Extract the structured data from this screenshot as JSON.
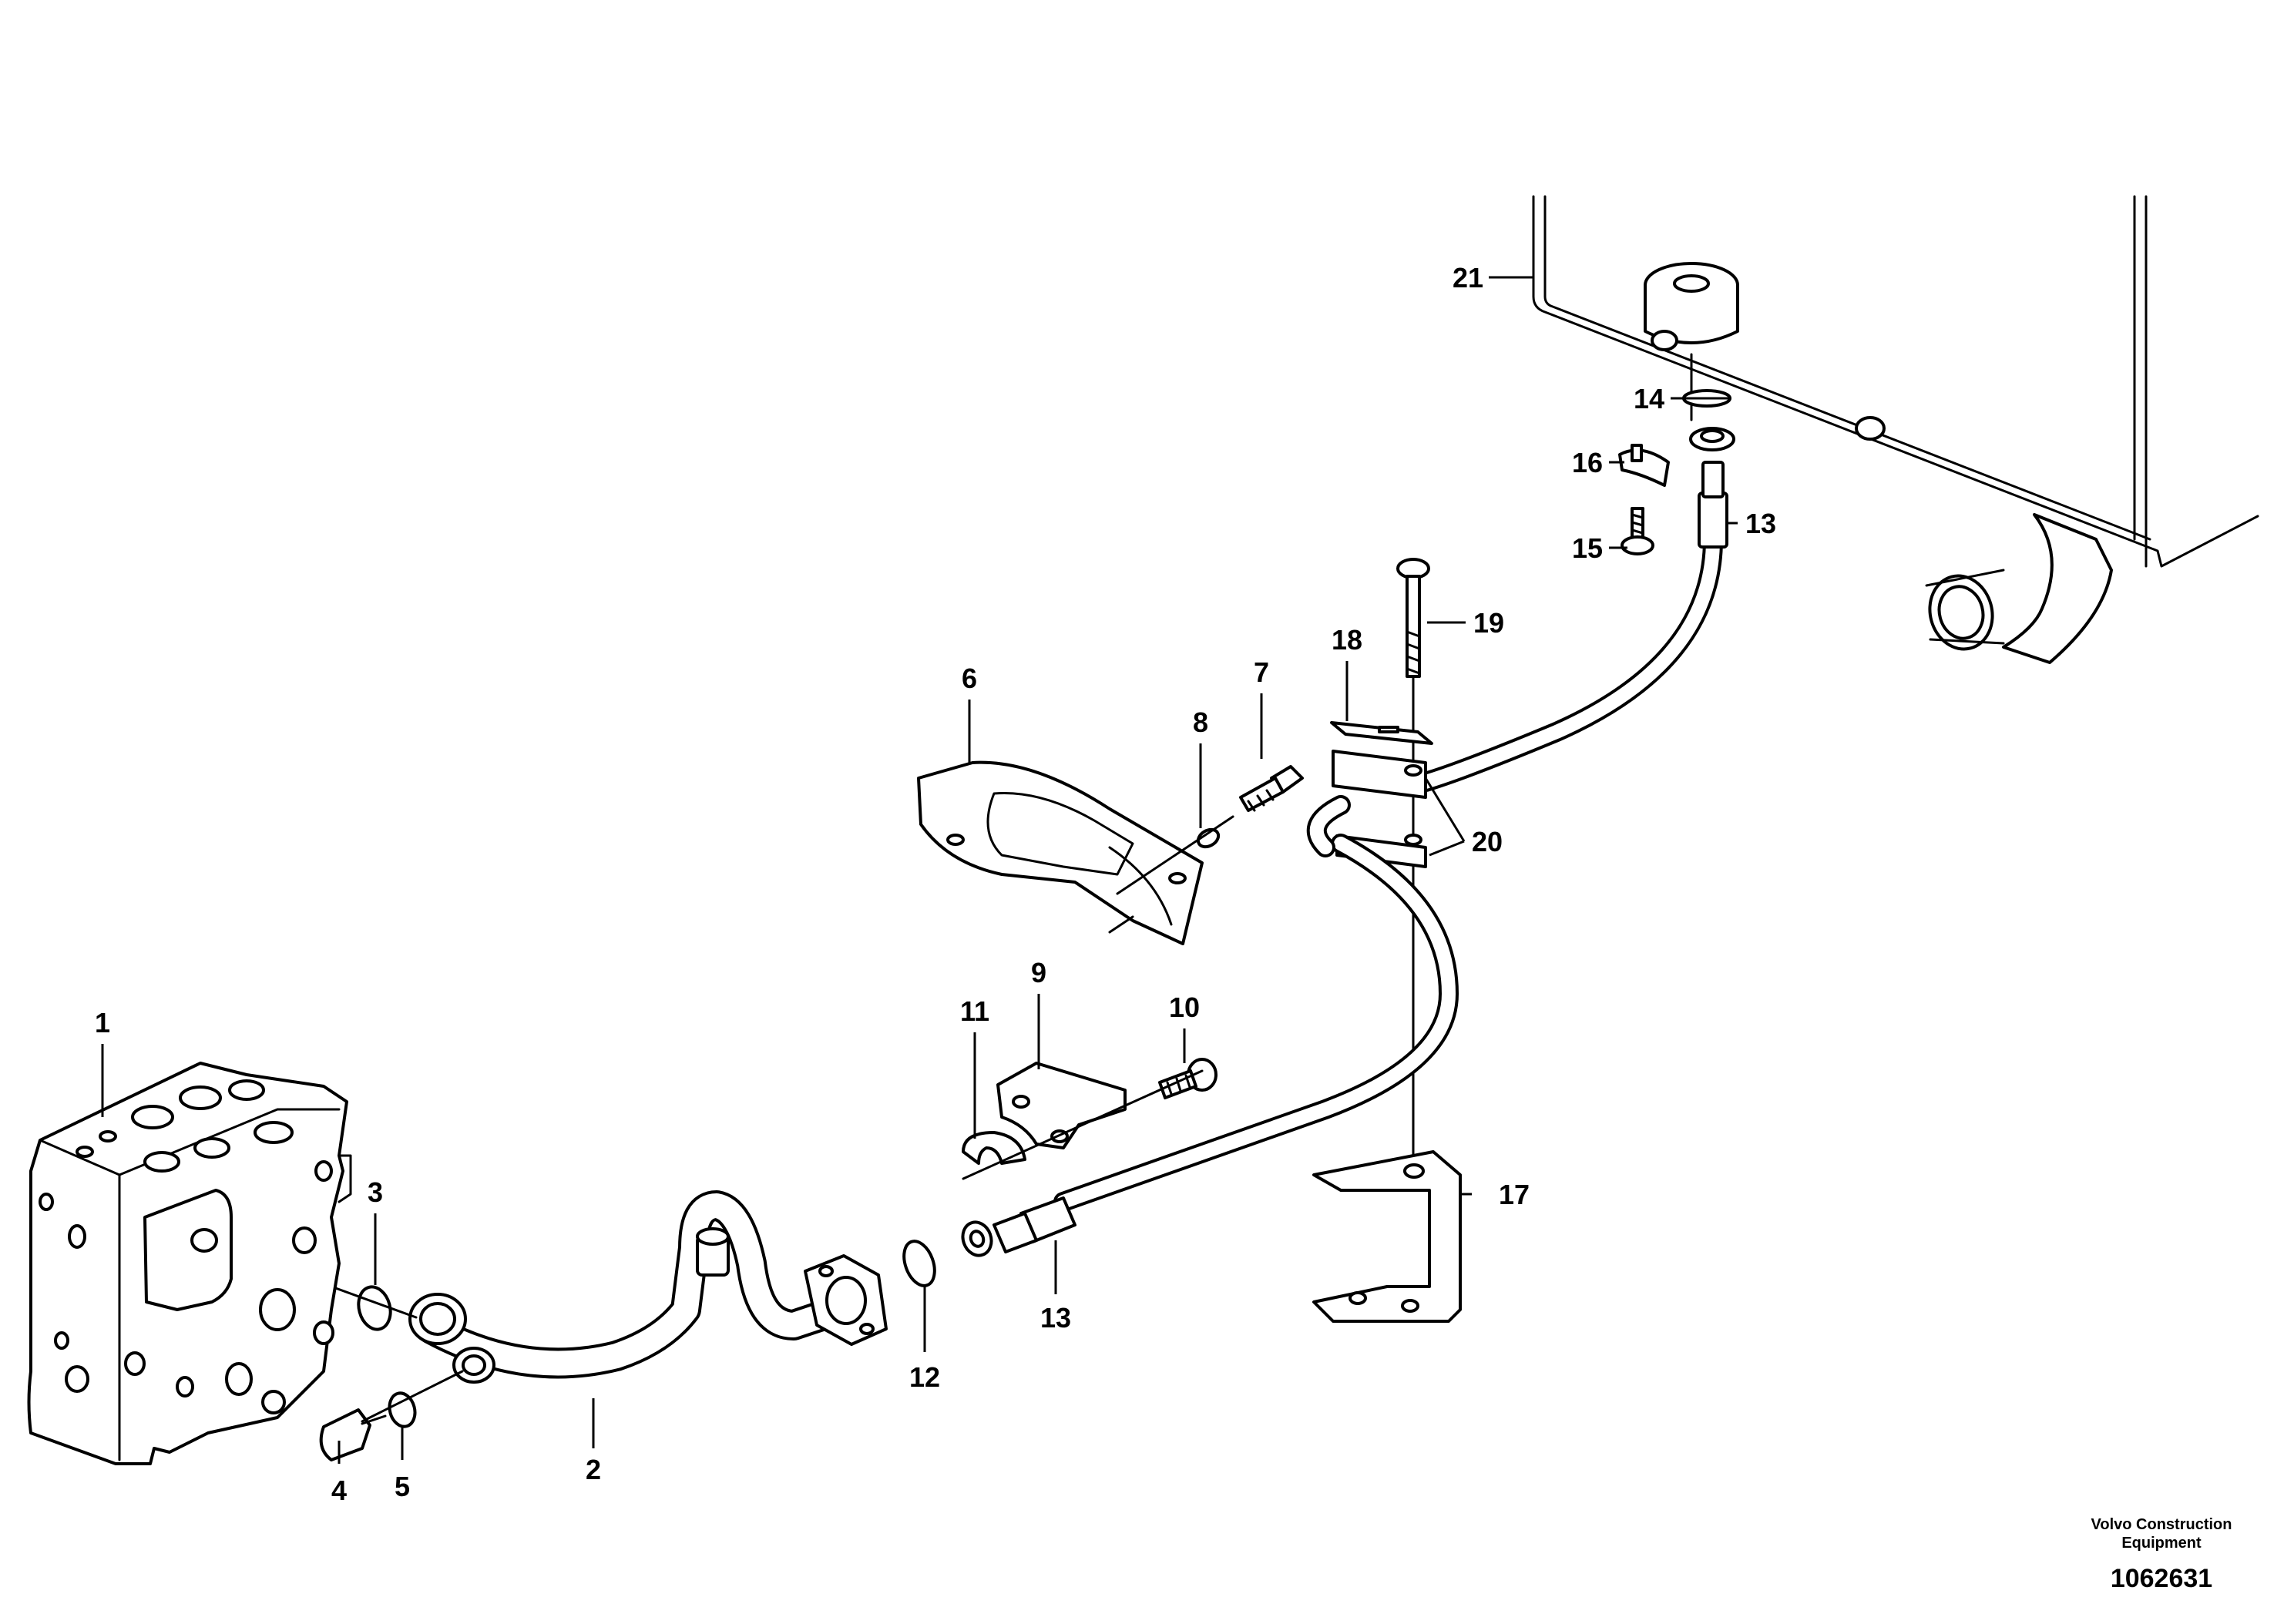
{
  "diagram": {
    "callouts": [
      "1",
      "2",
      "3",
      "4",
      "5",
      "6",
      "7",
      "8",
      "9",
      "10",
      "11",
      "12",
      "13",
      "13",
      "14",
      "15",
      "16",
      "17",
      "18",
      "19",
      "20",
      "21"
    ],
    "publisher_line1": "Volvo Construction",
    "publisher_line2": "Equipment",
    "drawing_number": "1062631"
  },
  "parts": [
    {
      "ref": "1",
      "icon": "control-valve-block"
    },
    {
      "ref": "2",
      "icon": "pipe"
    },
    {
      "ref": "3",
      "icon": "o-ring"
    },
    {
      "ref": "4",
      "icon": "plug"
    },
    {
      "ref": "5",
      "icon": "o-ring"
    },
    {
      "ref": "6",
      "icon": "bracket"
    },
    {
      "ref": "7",
      "icon": "screw"
    },
    {
      "ref": "8",
      "icon": "washer"
    },
    {
      "ref": "9",
      "icon": "bracket"
    },
    {
      "ref": "10",
      "icon": "screw"
    },
    {
      "ref": "11",
      "icon": "clamp"
    },
    {
      "ref": "12",
      "icon": "o-ring"
    },
    {
      "ref": "13",
      "icon": "hose"
    },
    {
      "ref": "14",
      "icon": "o-ring"
    },
    {
      "ref": "15",
      "icon": "screw"
    },
    {
      "ref": "16",
      "icon": "clamp"
    },
    {
      "ref": "17",
      "icon": "bracket"
    },
    {
      "ref": "18",
      "icon": "plate"
    },
    {
      "ref": "19",
      "icon": "bolt"
    },
    {
      "ref": "20",
      "icon": "clamp-halves"
    },
    {
      "ref": "21",
      "icon": "tank"
    }
  ]
}
